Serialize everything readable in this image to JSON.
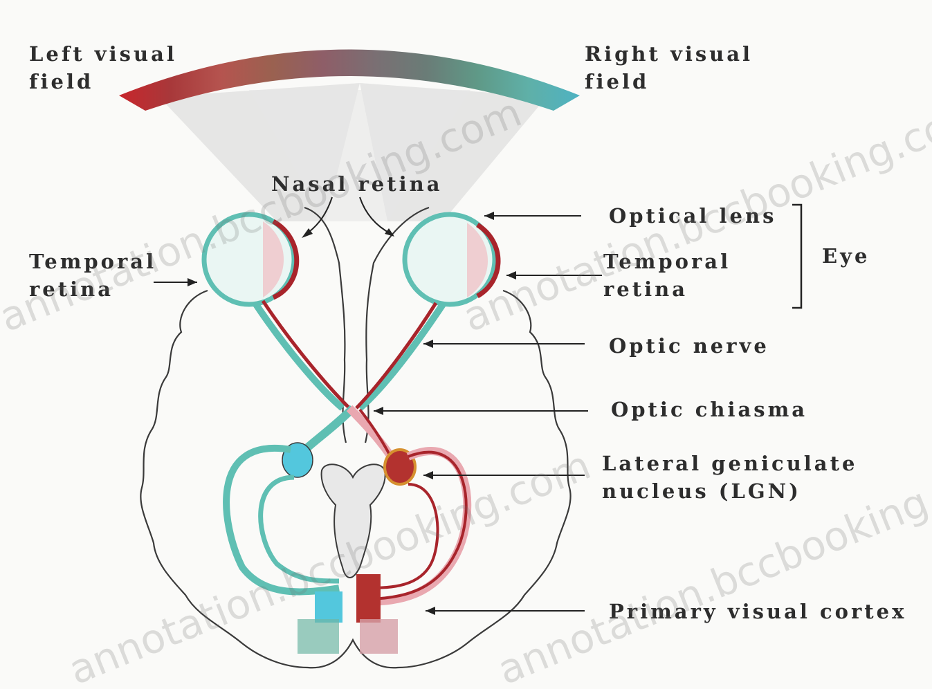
{
  "labels": {
    "left_visual_field_1": "Left visual",
    "left_visual_field_2": "field",
    "right_visual_field_1": "Right visual",
    "right_visual_field_2": "field",
    "nasal_retina": "Nasal retina",
    "temporal_retina_left_1": "Temporal",
    "temporal_retina_left_2": "retina",
    "optical_lens": "Optical lens",
    "temporal_retina_right_1": "Temporal",
    "temporal_retina_right_2": "retina",
    "eye": "Eye",
    "optic_nerve": "Optic nerve",
    "optic_chiasma": "Optic chiasma",
    "lgn_1": "Lateral geniculate",
    "lgn_2": "nucleus (LGN)",
    "primary_visual_cortex": "Primary visual cortex"
  },
  "watermarks": [
    "annotation.bccbooking.com",
    "annotation.bccbooking.com",
    "annotation.bccbooking.com",
    "annotation.bccbooking.com"
  ],
  "colors": {
    "left_path": "#a8242b",
    "left_path_light": "#f0c4c8",
    "right_path": "#5fbfb3",
    "right_path_light": "#cfeee9",
    "outline": "#3a3a3a",
    "field_gradient": [
      "#c8262c",
      "#a8383a",
      "#b5544f",
      "#9a6150",
      "#8e5e68",
      "#7a6f73",
      "#6a7c77",
      "#5f9987",
      "#5fb0a8",
      "#4eb2c2"
    ]
  }
}
